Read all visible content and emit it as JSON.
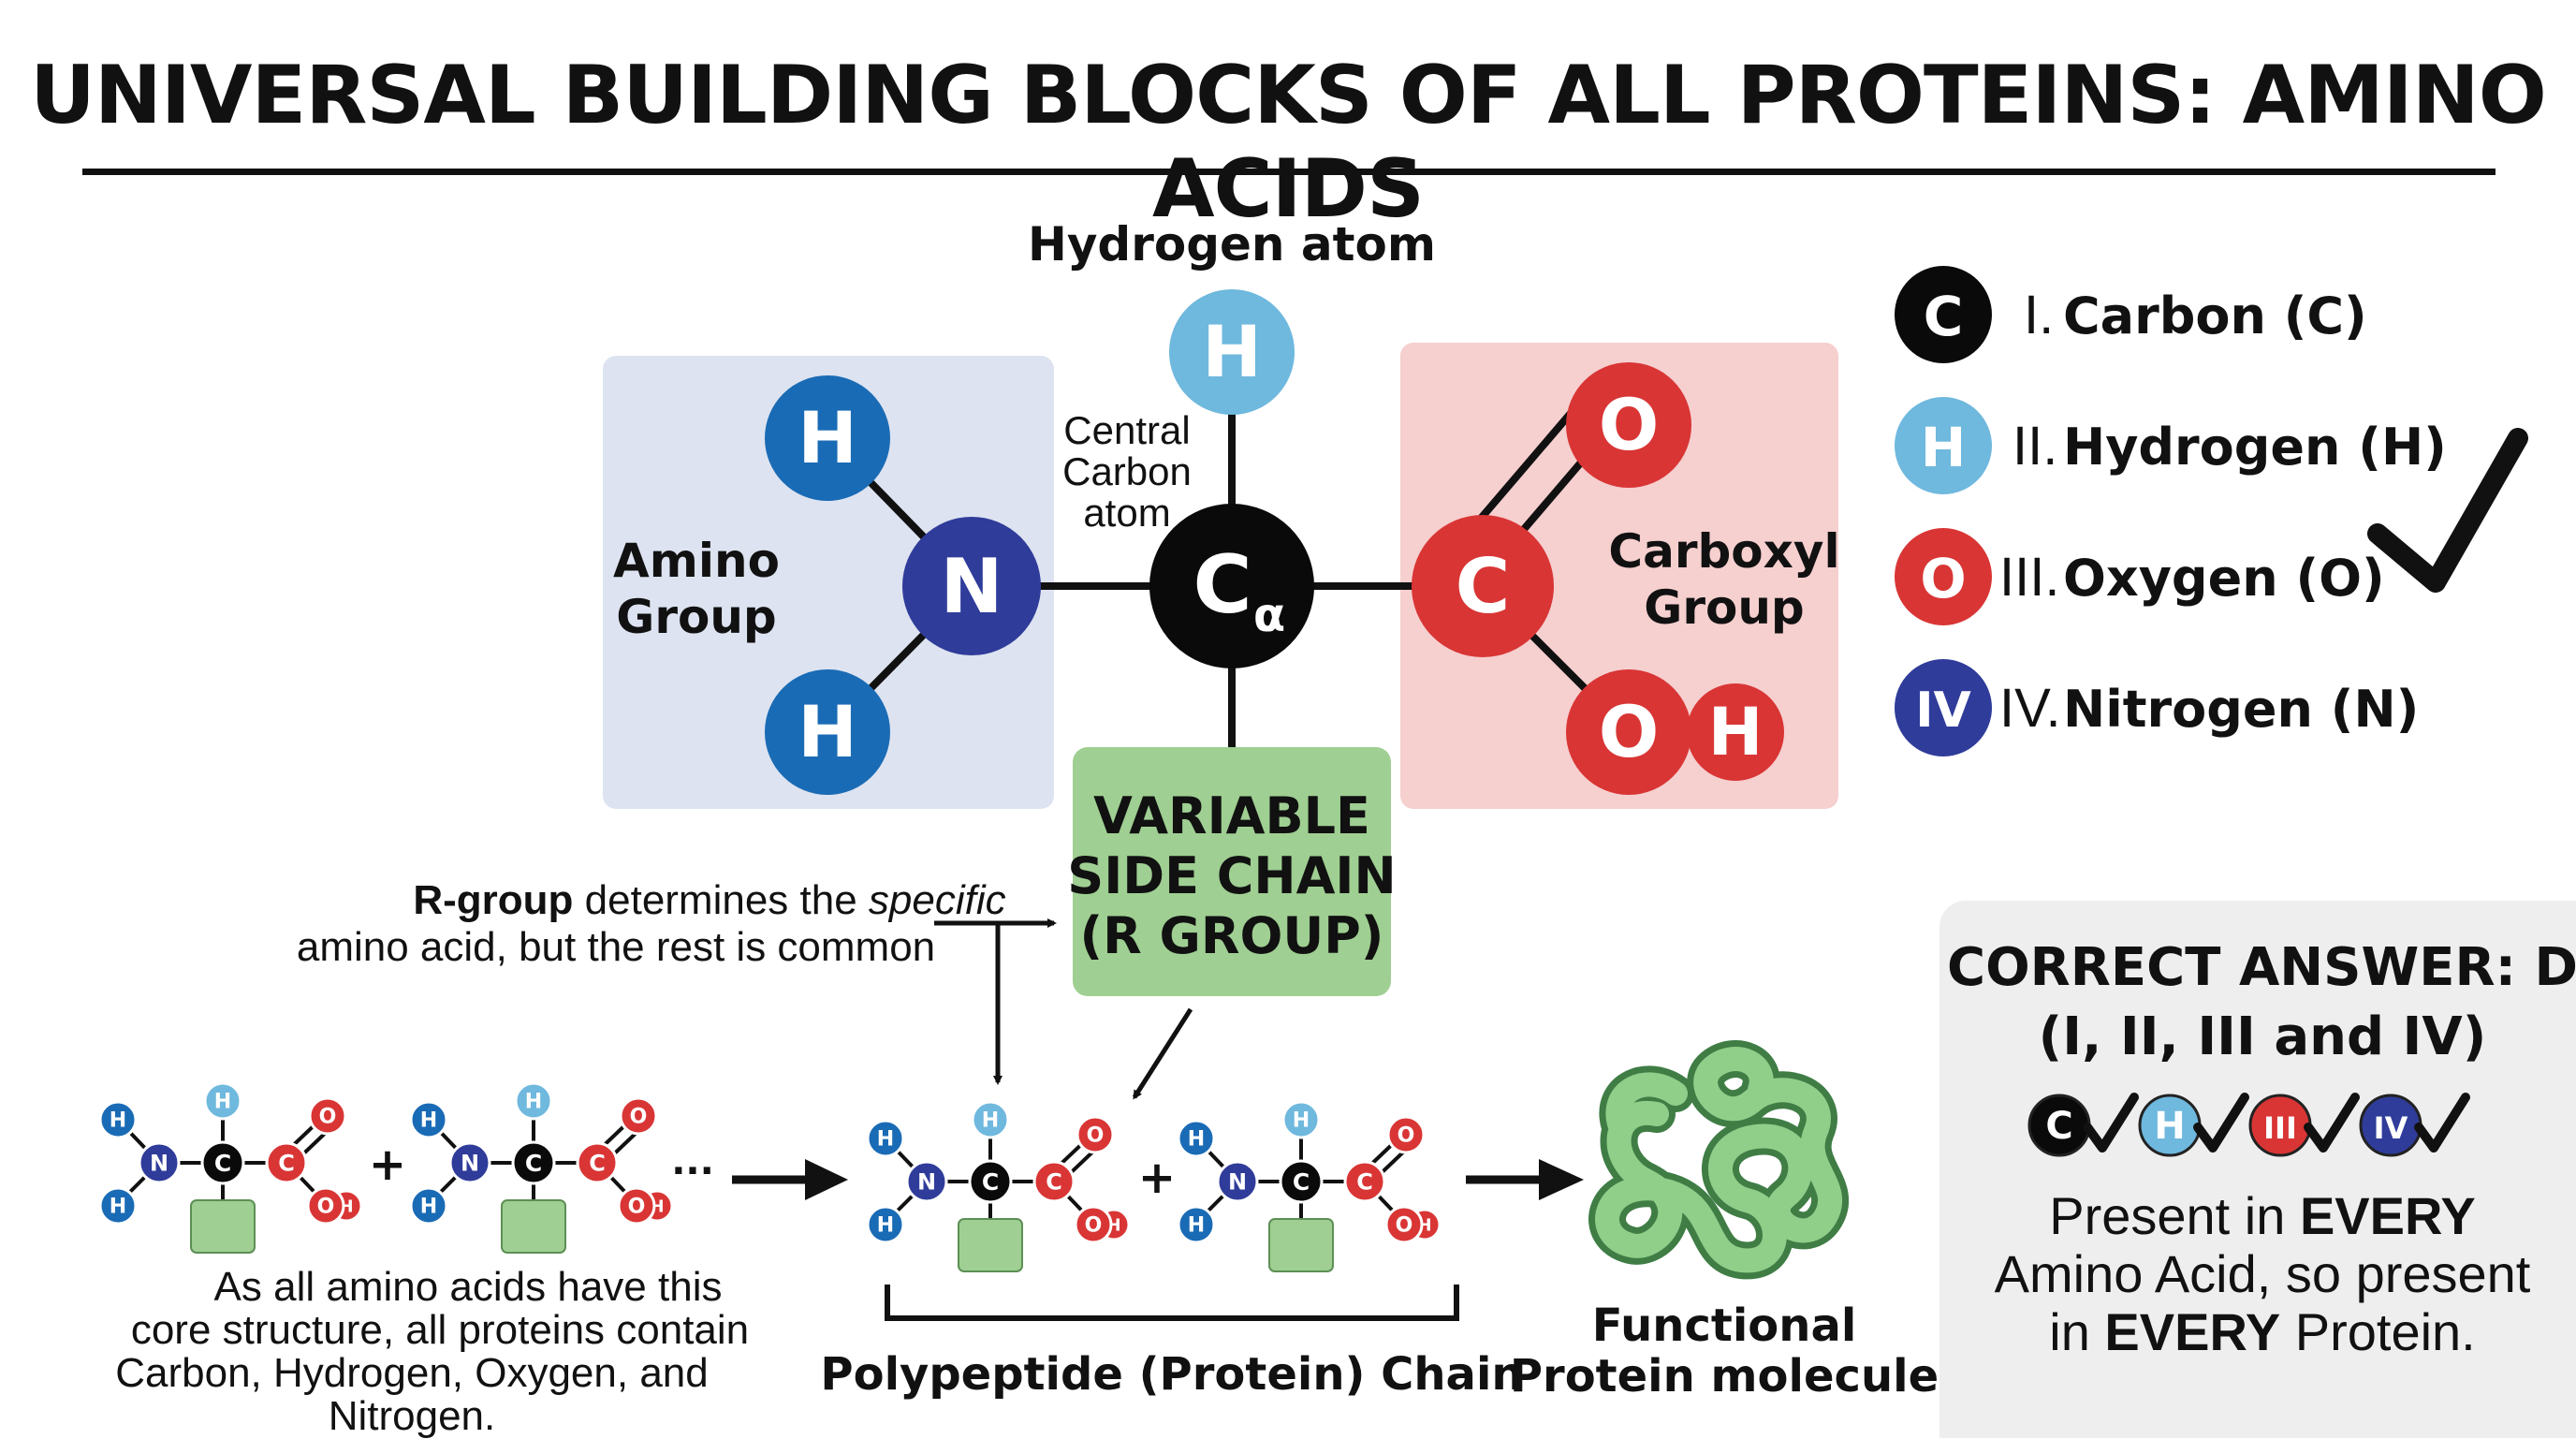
{
  "title": "UNIVERSAL BUILDING BLOCKS OF ALL PROTEINS: AMINO ACIDS",
  "colors": {
    "carbon": "#0a0a0a",
    "hydrogen_light": "#6fb8de",
    "hydrogen_dark": "#1a6bb5",
    "oxygen": "#d93535",
    "nitrogen": "#2f3c9a",
    "amino_box": "#dde3f0",
    "carboxyl_box": "#f6cfcf",
    "r_group_box": "#9fcf92",
    "check": "#111111"
  },
  "structure": {
    "hydrogen_label": "Hydrogen atom",
    "central_carbon_label": [
      "Central",
      "Carbon",
      "atom"
    ],
    "amino_label": [
      "Amino",
      "Group"
    ],
    "carboxyl_label": [
      "Carboxyl",
      "Group"
    ],
    "r_group_label": [
      "VARIABLE",
      "SIDE CHAIN",
      "(R GROUP)"
    ],
    "atoms": {
      "h": "H",
      "n": "N",
      "c": "C",
      "ca_main": "C",
      "ca_sub": "α",
      "o": "O",
      "oh_o": "O",
      "oh_h": "H"
    }
  },
  "legend": [
    {
      "symbol": "C",
      "numeral": "I.",
      "name": "Carbon (C)",
      "color": "#0a0a0a"
    },
    {
      "symbol": "H",
      "numeral": "II.",
      "name": "Hydrogen (H)",
      "color": "#6fb8de"
    },
    {
      "symbol": "O",
      "numeral": "III.",
      "name": "Oxygen (O)",
      "color": "#d93535"
    },
    {
      "symbol": "IV",
      "numeral": "IV.",
      "name": "Nitrogen (N)",
      "color": "#2f3c9a"
    }
  ],
  "r_group_note": {
    "bold": "R-group",
    "part1": " determines the ",
    "italic": "specific",
    "line2": "amino acid, but the rest is common"
  },
  "bottom": {
    "plus": "+",
    "ellipsis": "...",
    "core_note": [
      "As all amino acids have this",
      "core structure, all proteins contain",
      "Carbon, Hydrogen, Oxygen, and Nitrogen."
    ],
    "chain_label": "Polypeptide (Protein) Chain",
    "protein_label": [
      "Functional",
      "Protein molecule"
    ]
  },
  "answer": {
    "title_line1": "CORRECT ANSWER: D",
    "title_line2": "(I,  II, III and IV)",
    "badges": [
      "C",
      "H",
      "III",
      "IV"
    ],
    "body_line1_pre": "Present in ",
    "body_line1_bold": "EVERY",
    "body_line2": "Amino Acid, so present",
    "body_line3_pre": "in ",
    "body_line3_bold": "EVERY",
    "body_line3_post": " Protein."
  }
}
